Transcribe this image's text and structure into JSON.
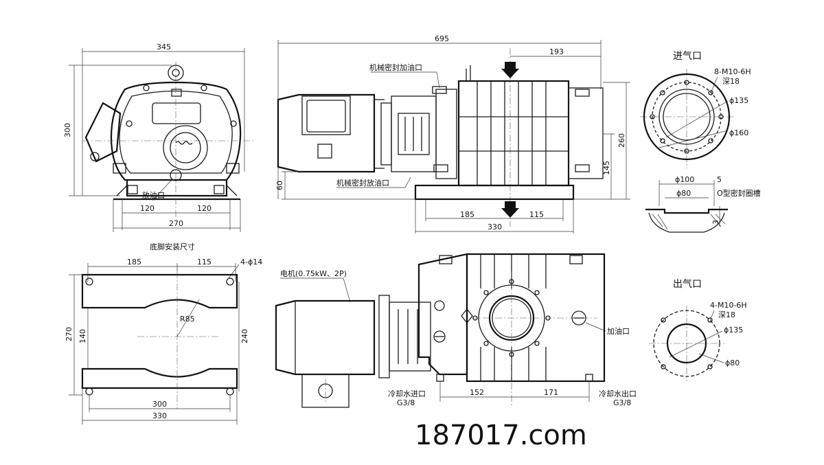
{
  "front_view": {
    "dims": {
      "width": "345",
      "height": "300",
      "foot_left": "120",
      "foot_right": "120",
      "foot_total": "270"
    },
    "drain_label": "放油口"
  },
  "side_view": {
    "dims": {
      "total": "695",
      "inlet_offset": "193",
      "height": "260",
      "center_height": "145",
      "base": "60",
      "foot_left": "185",
      "foot_right": "115",
      "foot_total": "330"
    },
    "seal_fill_label": "机械密封加油口",
    "seal_drain_label": "机械密封放油口"
  },
  "inlet": {
    "title": "进气口",
    "bolts": "8-M10-6H",
    "depth": "深18",
    "d1": "ϕ135",
    "d2": "ϕ160",
    "groove_d1": "ϕ100",
    "groove_d2": "ϕ80",
    "groove_w": "5",
    "groove_depth": "3",
    "groove_label": "O型密封圈槽"
  },
  "foot": {
    "title": "底脚安装尺寸",
    "left": "185",
    "right": "115",
    "holes": "4-ϕ14",
    "height": "270",
    "inner": "140",
    "span": "240",
    "radius": "R85",
    "w1": "300",
    "w2": "330"
  },
  "top_view": {
    "motor_label": "电机(0.75kW、2P)",
    "oil_fill_label": "加油口",
    "coolant_in_label": "冷却水进口",
    "coolant_in_size": "G3/8",
    "coolant_out_label": "冷却水出口",
    "coolant_out_size": "G3/8",
    "dim_left": "152",
    "dim_right": "171"
  },
  "outlet": {
    "title": "出气口",
    "bolts": "4-M10-6H",
    "depth": "深18",
    "d1": "ϕ135",
    "d2": "ϕ80"
  },
  "watermark": "187017.com"
}
